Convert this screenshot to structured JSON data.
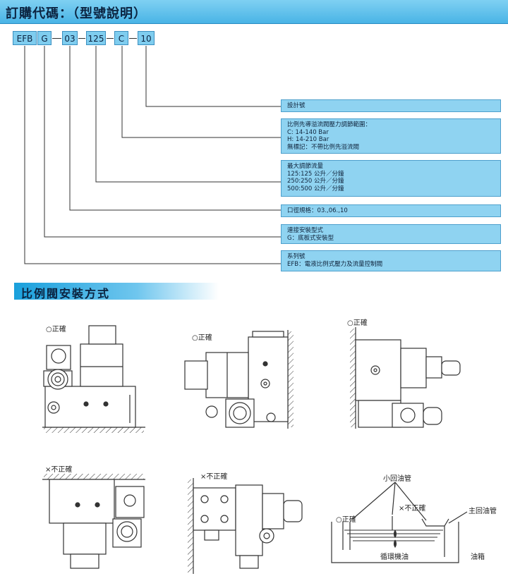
{
  "header": {
    "title": "訂購代碼：（型號說明）"
  },
  "code": [
    "EFB",
    "G",
    "03",
    "125",
    "C",
    "10"
  ],
  "descriptions": [
    {
      "lines": [
        "設計號"
      ]
    },
    {
      "lines": [
        "比例先導溢流閥壓力調節範圍：",
        "C: 14-140 Bar",
        "H: 14-210 Bar",
        "無標記：不帶比例先溢流閥"
      ]
    },
    {
      "lines": [
        "最大調節流量",
        "125:125  公升／分鐘",
        "250:250  公升／分鐘",
        "500:500  公升／分鐘"
      ]
    },
    {
      "lines": [
        "口徑規格：03.,06.,10"
      ]
    },
    {
      "lines": [
        "連接安裝型式",
        "G：底板式安裝型"
      ]
    },
    {
      "lines": [
        "系列號",
        "EFB：電液比例式壓力及流量控制閥"
      ]
    }
  ],
  "section2": {
    "title": "比例閥安裝方式"
  },
  "labels": {
    "correct1": "○正確",
    "correct2": "○正確",
    "correct3": "○正確",
    "incorrect1": "×不正確",
    "incorrect2": "×不正確",
    "tank_correct": "○正確",
    "tank_incorrect": "×不正確",
    "small_return": "小回油管",
    "main_return": "主回油管",
    "circulating_oil": "循環機油",
    "oil_tank": "油箱"
  }
}
